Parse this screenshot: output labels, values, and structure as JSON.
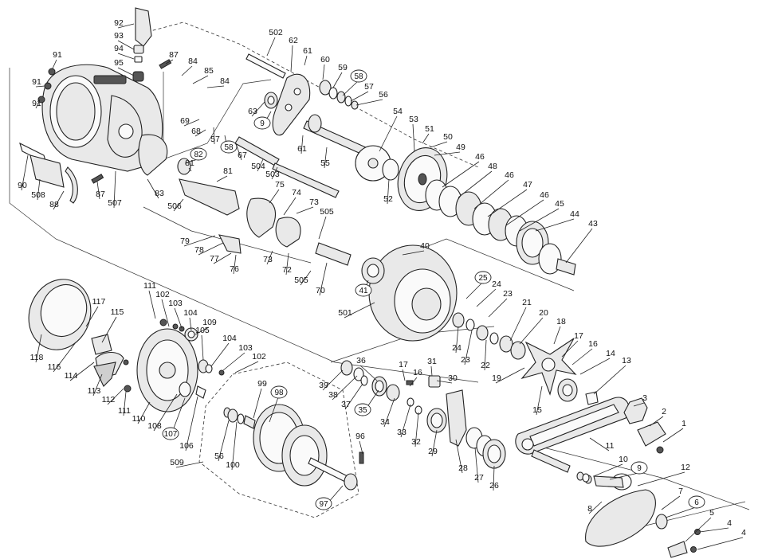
{
  "diagram": {
    "labels": [
      "92",
      "93",
      "94",
      "95",
      "91",
      "91",
      "91",
      "87",
      "84",
      "85",
      "84",
      "502",
      "62",
      "61",
      "60",
      "59",
      "58",
      "57",
      "56",
      "63",
      "9",
      "69",
      "68",
      "57",
      "58",
      "67",
      "61",
      "504",
      "503",
      "55",
      "54",
      "53",
      "51",
      "50",
      "49",
      "52",
      "46",
      "48",
      "46",
      "47",
      "46",
      "45",
      "44",
      "43",
      "90",
      "508",
      "88",
      "87",
      "507",
      "82",
      "81",
      "81",
      "83",
      "506",
      "75",
      "74",
      "73",
      "505",
      "79",
      "78",
      "77",
      "76",
      "73",
      "72",
      "505",
      "70",
      "40",
      "41",
      "501",
      "25",
      "24",
      "23",
      "24",
      "23",
      "22",
      "21",
      "20",
      "18",
      "17",
      "16",
      "14",
      "13",
      "19",
      "15",
      "117",
      "115",
      "118",
      "116",
      "114",
      "113",
      "111",
      "102",
      "103",
      "104",
      "109",
      "105",
      "104",
      "103",
      "102",
      "112",
      "111",
      "110",
      "108",
      "107",
      "106",
      "39",
      "38",
      "37",
      "36",
      "17",
      "16",
      "31",
      "30",
      "35",
      "34",
      "33",
      "32",
      "29",
      "28",
      "27",
      "26",
      "99",
      "98",
      "96",
      "56",
      "100",
      "509",
      "97",
      "3",
      "2",
      "1",
      "11",
      "10",
      "9",
      "12",
      "8",
      "7",
      "6",
      "5",
      "4",
      "4"
    ],
    "circled_labels": [
      "58",
      "9",
      "58",
      "82",
      "41",
      "25",
      "39",
      "107",
      "509",
      "97",
      "9",
      "7"
    ]
  }
}
